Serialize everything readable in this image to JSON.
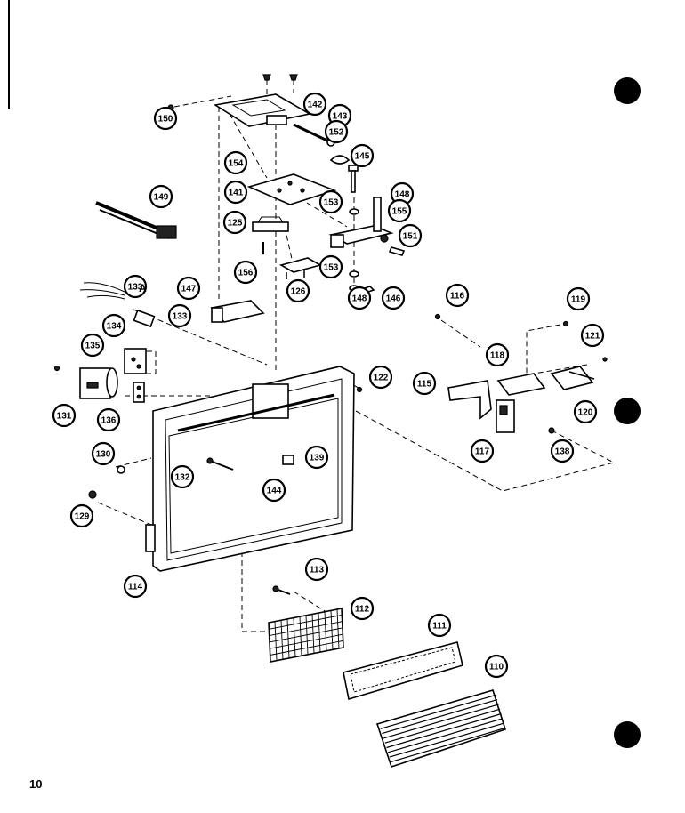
{
  "page_number": "10",
  "callouts": [
    {
      "id": "c150",
      "label": "150"
    },
    {
      "id": "c142",
      "label": "142"
    },
    {
      "id": "c143",
      "label": "143"
    },
    {
      "id": "c152",
      "label": "152"
    },
    {
      "id": "c154",
      "label": "154"
    },
    {
      "id": "c145",
      "label": "145"
    },
    {
      "id": "c141",
      "label": "141"
    },
    {
      "id": "c149",
      "label": "149"
    },
    {
      "id": "c153a",
      "label": "153"
    },
    {
      "id": "c148a",
      "label": "148"
    },
    {
      "id": "c155",
      "label": "155"
    },
    {
      "id": "c125",
      "label": "125"
    },
    {
      "id": "c151",
      "label": "151"
    },
    {
      "id": "c156",
      "label": "156"
    },
    {
      "id": "c153b",
      "label": "153"
    },
    {
      "id": "c126",
      "label": "126"
    },
    {
      "id": "c148b",
      "label": "148"
    },
    {
      "id": "c146",
      "label": "146"
    },
    {
      "id": "c133a",
      "label": "133"
    },
    {
      "id": "c147",
      "label": "147"
    },
    {
      "id": "c116",
      "label": "116"
    },
    {
      "id": "c119",
      "label": "119"
    },
    {
      "id": "c133",
      "label": "133"
    },
    {
      "id": "c134",
      "label": "134"
    },
    {
      "id": "c121",
      "label": "121"
    },
    {
      "id": "c135",
      "label": "135"
    },
    {
      "id": "c118",
      "label": "118"
    },
    {
      "id": "c122",
      "label": "122"
    },
    {
      "id": "c115",
      "label": "115"
    },
    {
      "id": "c131",
      "label": "131"
    },
    {
      "id": "c136",
      "label": "136"
    },
    {
      "id": "c120",
      "label": "120"
    },
    {
      "id": "c117",
      "label": "117"
    },
    {
      "id": "c138",
      "label": "138"
    },
    {
      "id": "c130",
      "label": "130"
    },
    {
      "id": "c139",
      "label": "139"
    },
    {
      "id": "c132",
      "label": "132"
    },
    {
      "id": "c144",
      "label": "144"
    },
    {
      "id": "c129",
      "label": "129"
    },
    {
      "id": "c114",
      "label": "114"
    },
    {
      "id": "c113",
      "label": "113"
    },
    {
      "id": "c112",
      "label": "112"
    },
    {
      "id": "c111",
      "label": "111"
    },
    {
      "id": "c110",
      "label": "110"
    }
  ],
  "suffix_133a": "A"
}
